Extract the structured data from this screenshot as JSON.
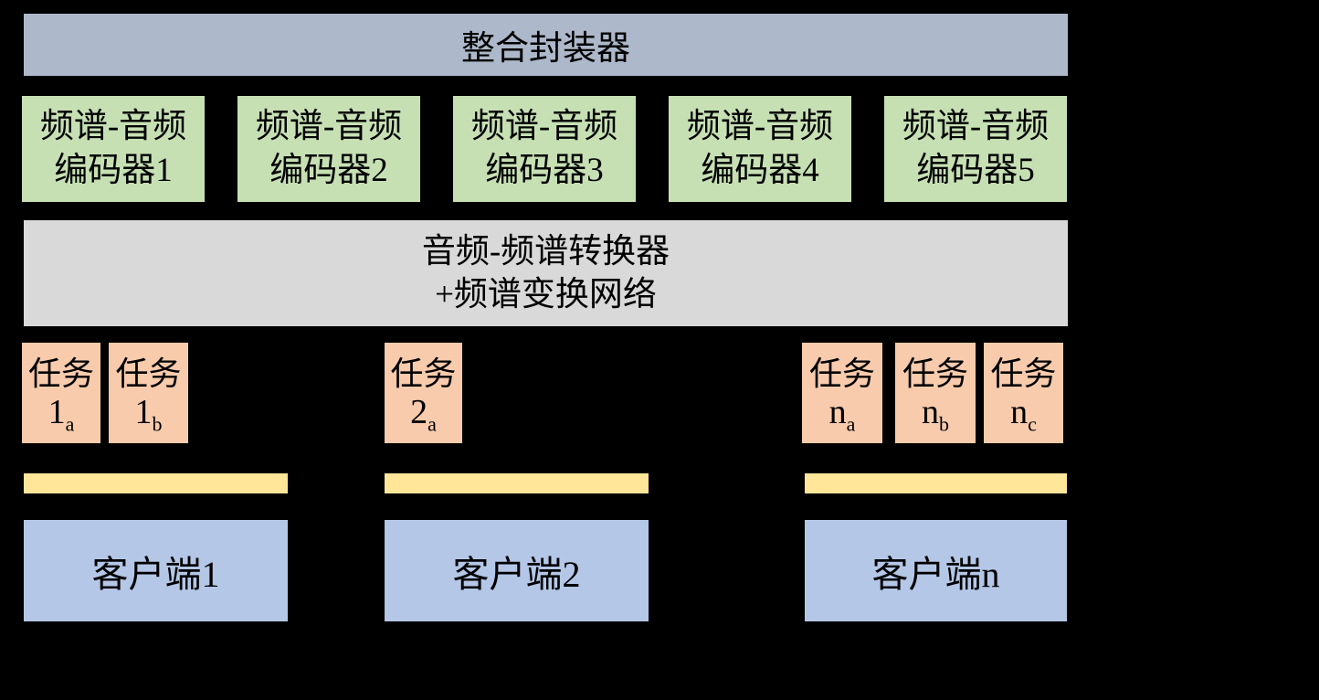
{
  "colors": {
    "background": "#000000",
    "wrapper_bar": "#adb9ca",
    "encoder_box": "#c6e0b4",
    "converter_bar": "#d9d9d9",
    "task_box": "#f8cbad",
    "buffer_bar": "#ffe699",
    "client_box": "#b4c7e7",
    "text": "#000000"
  },
  "wrapper": {
    "label": "整合封装器"
  },
  "encoders": [
    {
      "line1": "频谱-音频",
      "line2": "编码器1"
    },
    {
      "line1": "频谱-音频",
      "line2": "编码器2"
    },
    {
      "line1": "频谱-音频",
      "line2": "编码器3"
    },
    {
      "line1": "频谱-音频",
      "line2": "编码器4"
    },
    {
      "line1": "频谱-音频",
      "line2": "编码器5"
    }
  ],
  "converter": {
    "line1": "音频-频谱转换器",
    "line2": "+频谱变换网络"
  },
  "tasks": [
    {
      "prefix": "任务",
      "main": "1",
      "sub": "a"
    },
    {
      "prefix": "任务",
      "main": "1",
      "sub": "b"
    },
    {
      "prefix": "任务",
      "main": "2",
      "sub": "a"
    },
    {
      "prefix": "任务",
      "main": "n",
      "sub": "a"
    },
    {
      "prefix": "任务",
      "main": "n",
      "sub": "b"
    },
    {
      "prefix": "任务",
      "main": "n",
      "sub": "c"
    }
  ],
  "clients": [
    {
      "label": "客户端1"
    },
    {
      "label": "客户端2"
    },
    {
      "label": "客户端n"
    }
  ]
}
